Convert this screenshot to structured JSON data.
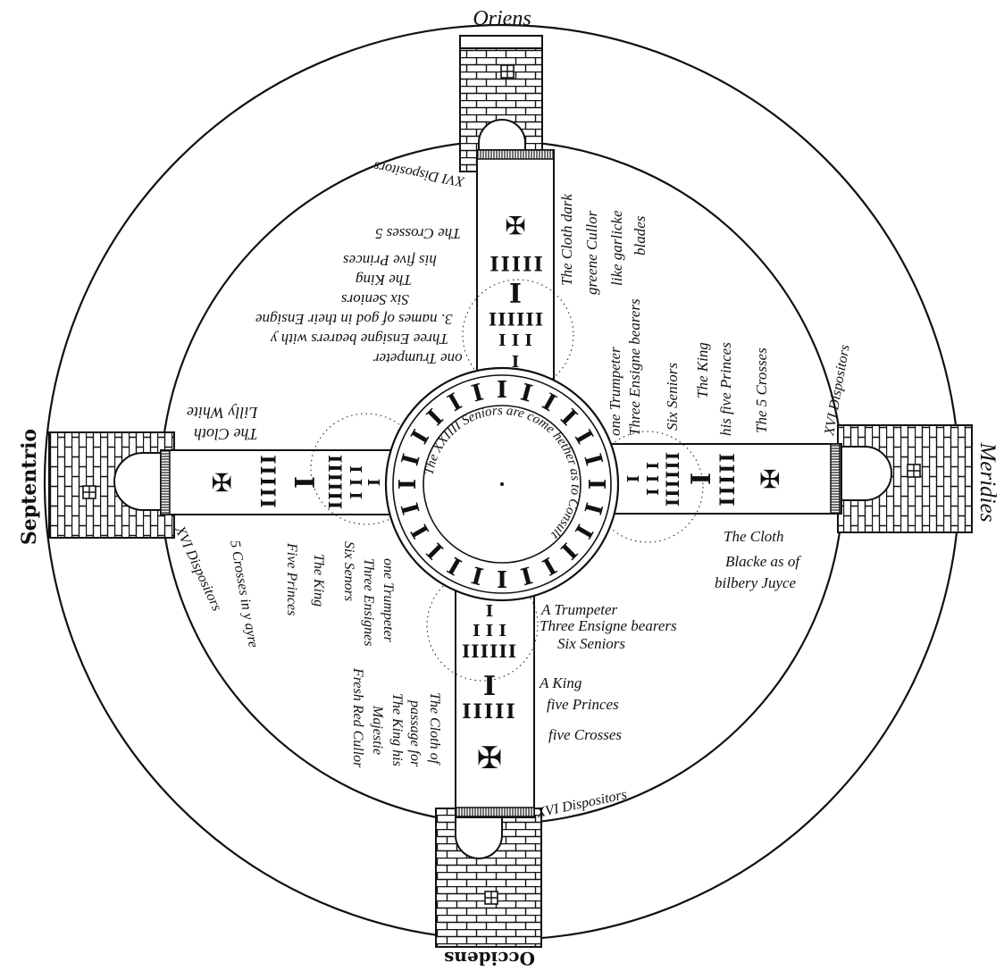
{
  "directions": {
    "east": "Oriens",
    "south": "Meridies",
    "west": "Occidens",
    "north": "Septentrio"
  },
  "center": {
    "text": "The XXIIII Seniors are come hether as to Consult"
  },
  "east": {
    "cloth": [
      "The Cloth dark",
      "greene Cullor",
      "like garlicke",
      "blades"
    ],
    "rank": [
      "one Trumpeter",
      "Three Ensigne bearers with y",
      "3. names of god in their Ensigne",
      "Six Seniors",
      "The King",
      "his five Princes",
      "The Crosses 5"
    ],
    "dispositors": "XVI Dispositors"
  },
  "south": {
    "rank": [
      "one Trumpeter",
      "Three Ensigne bearers",
      "Six Seniors",
      "The King",
      "his five Princes",
      "The 5 Crosses"
    ],
    "dispositors": "XVI Dispositors",
    "cloth": [
      "The Cloth",
      "Blacke as of",
      "bilbery Juyce"
    ]
  },
  "west": {
    "rank": [
      "A Trumpeter",
      "Three Ensigne bearers",
      "Six Seniors",
      "A King",
      "five Princes",
      "five Crosses"
    ],
    "cloth": [
      "The Cloth of",
      "passage for",
      "The King his",
      "Majestie",
      "Fresh Red Cullor"
    ],
    "dispositors": "XVI Dispositors"
  },
  "north": {
    "cloth": [
      "The Cloth",
      "Lilly White"
    ],
    "rank": [
      "one Trumpeter",
      "Three Ensignes",
      "Six Senors",
      "The King",
      "Five Princes"
    ],
    "crosses": "5 Crosses in y ayre",
    "dispositors": "XVI Dispositors"
  },
  "marks": {
    "one": "I",
    "three": "I I I",
    "five": "IIIII",
    "six": "IIIIII"
  }
}
